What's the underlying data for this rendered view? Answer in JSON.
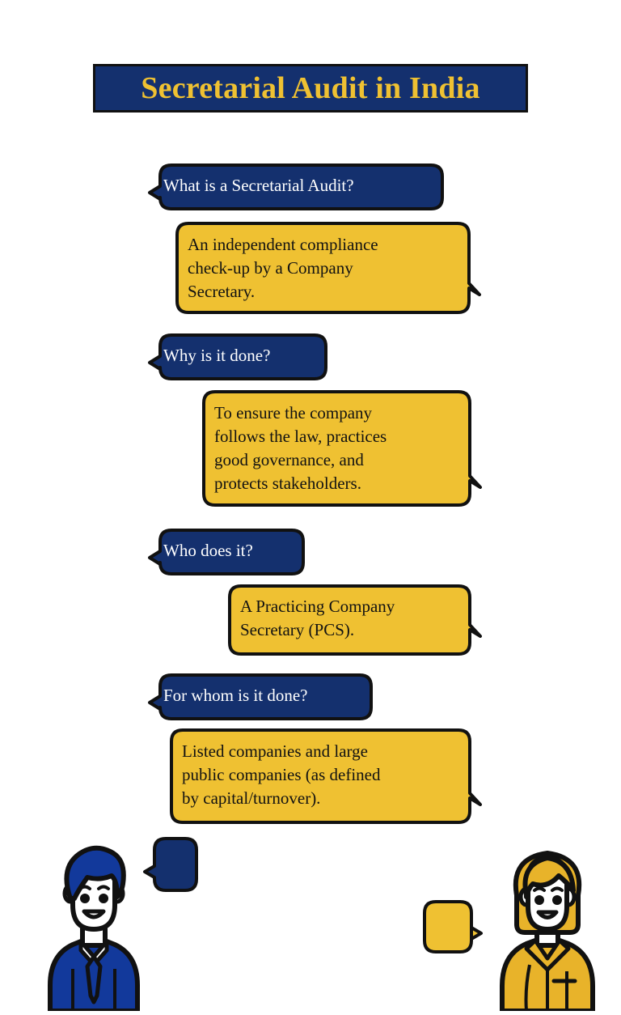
{
  "page": {
    "background": "#FFFFFF",
    "navy": "#14306E",
    "gold": "#EFC132",
    "outline": "#111111",
    "question_text_color": "#FFFFFF",
    "answer_text_color": "#121212",
    "title_text_color": "#EFC132",
    "character_navy": "#12399B",
    "character_gold": "#E8B32A"
  },
  "title": {
    "text": "Secretarial Audit in India"
  },
  "qa": [
    {
      "question": "What is a Secretarial Audit?",
      "answer": "An independent compliance\ncheck-up by a Company\nSecretary."
    },
    {
      "question": "Why is it done?",
      "answer": "To ensure the company\nfollows the law, practices\ngood governance, and\nprotects stakeholders."
    },
    {
      "question": "Who does it?",
      "answer": "A Practicing Company\nSecretary (PCS)."
    },
    {
      "question": "For whom is it done?",
      "answer": "Listed companies and large\npublic companies (as defined\nby capital/turnover)."
    }
  ],
  "characters": {
    "left": {
      "name": "male-presenter",
      "hair_color": "#12399B",
      "suit_color": "#12399B",
      "skin_color": "#FFFFFF"
    },
    "right": {
      "name": "female-presenter",
      "hair_color": "#E8B32A",
      "blazer_color": "#E8B32A",
      "skin_color": "#FFFFFF"
    }
  },
  "decorative_bubbles": {
    "left_small": {
      "color": "#14306E",
      "tail": "left"
    },
    "right_small": {
      "color": "#EFC132",
      "tail": "right"
    }
  }
}
